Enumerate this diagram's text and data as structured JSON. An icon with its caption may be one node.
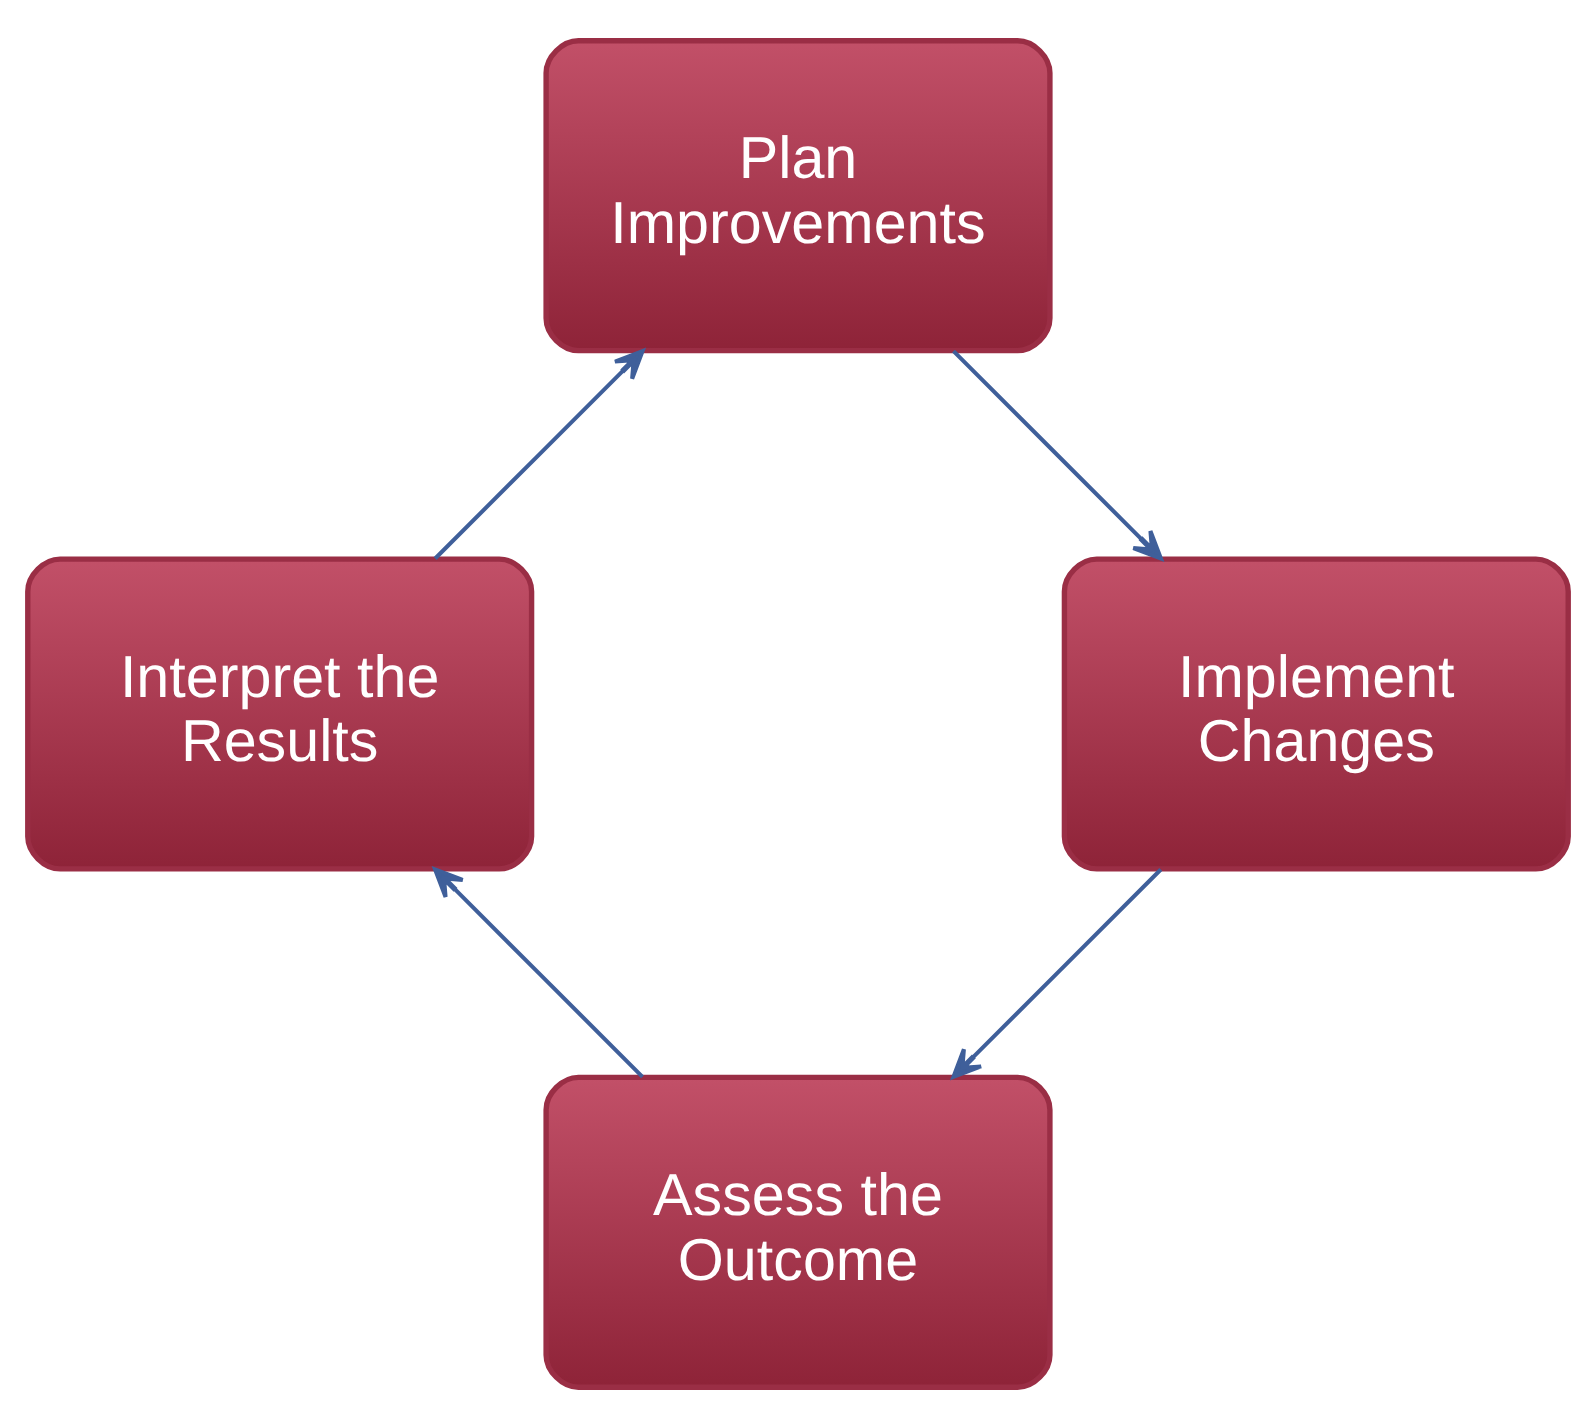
{
  "diagram": {
    "nodes": [
      {
        "text": [
          "Assess the Outcome"
        ]
      },
      {
        "text": [
          "Interpret the Results"
        ]
      },
      {
        "text": [
          "Plan Improvements"
        ]
      },
      {
        "text": [
          "Implement Changes"
        ]
      }
    ],
    "edges": [
      {
        "from": 0,
        "to": 1,
        "arrow": "to"
      },
      {
        "from": 1,
        "to": 2,
        "arrow": "to"
      },
      {
        "from": 2,
        "to": 3,
        "arrow": "to"
      },
      {
        "from": 3,
        "to": 0,
        "arrow": "to"
      }
    ]
  }
}
